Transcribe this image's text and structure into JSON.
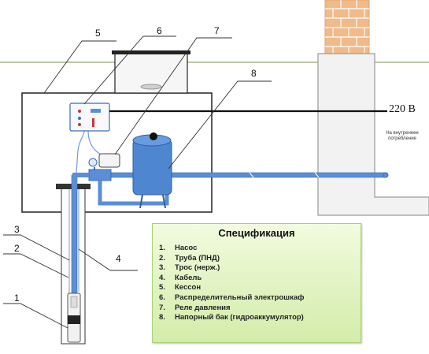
{
  "labels": [
    "1",
    "2",
    "3",
    "4",
    "5",
    "6",
    "7",
    "8"
  ],
  "voltage": "220 В",
  "consumer_note": "На внутреннее потребление",
  "spec": {
    "title": "Спецификация",
    "items": [
      {
        "n": "1.",
        "text": "Насос"
      },
      {
        "n": "2.",
        "text": "Труба (ПНД)"
      },
      {
        "n": "3.",
        "text": "Трос (нерж.)"
      },
      {
        "n": "4.",
        "text": "Кабель"
      },
      {
        "n": "5.",
        "text": "Кессон"
      },
      {
        "n": "6.",
        "text": "Распределительный электрошкаф"
      },
      {
        "n": "7.",
        "text": "Реле давления"
      },
      {
        "n": "8.",
        "text": "Напорный бак (гидроаккумулятор)"
      }
    ]
  },
  "colors": {
    "pipe": "#5b8ed6",
    "ground_line": "#a7b58c",
    "brick": "#f0ba8a",
    "spec_bg": "#d9efb3"
  }
}
